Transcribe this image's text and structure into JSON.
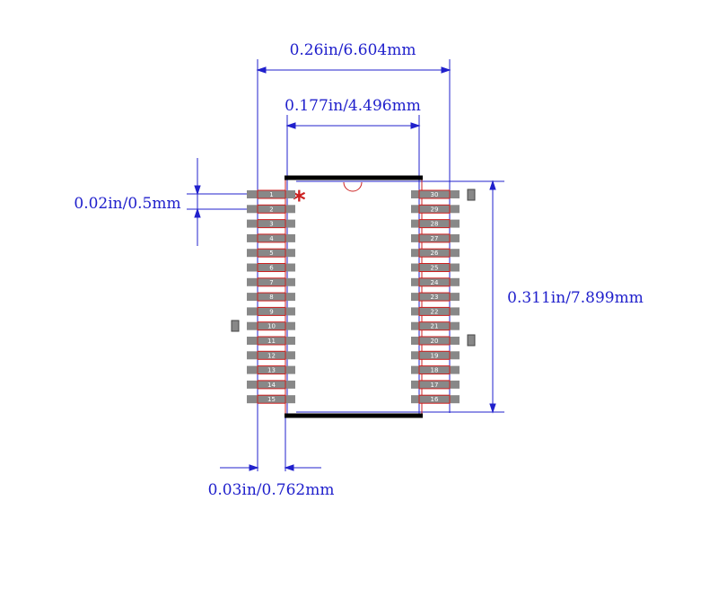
{
  "colors": {
    "dimension": "#2020cc",
    "pad_fill": "#888888",
    "pin_outline": "#cc2020",
    "body_edge": "#000000",
    "marker": "#cc2020",
    "background": "#ffffff"
  },
  "dimensions": {
    "overall_width": "0.26in/6.604mm",
    "body_width": "0.177in/4.496mm",
    "pitch": "0.02in/0.5mm",
    "overall_height": "0.311in/7.899mm",
    "pad_offset": "0.03in/0.762mm"
  },
  "pin1_marker": "*",
  "pins_left": [
    "1",
    "2",
    "3",
    "4",
    "5",
    "6",
    "7",
    "8",
    "9",
    "10",
    "11",
    "12",
    "13",
    "14",
    "15"
  ],
  "pins_right": [
    "30",
    "29",
    "28",
    "27",
    "26",
    "25",
    "24",
    "23",
    "22",
    "21",
    "20",
    "19",
    "18",
    "17",
    "16"
  ]
}
